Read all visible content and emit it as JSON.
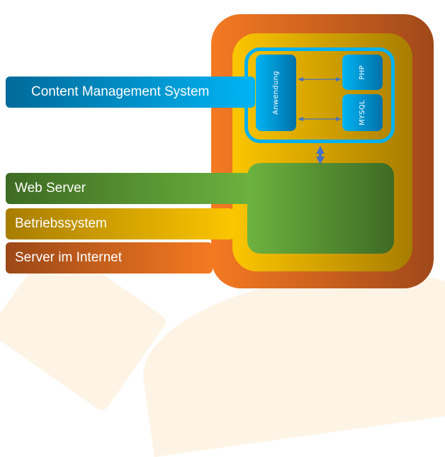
{
  "diagram": {
    "layers": [
      {
        "id": "cms",
        "label": "Content Management System",
        "color": "#00b0f0"
      },
      {
        "id": "webserver",
        "label": "Web Server",
        "color": "#6db33f"
      },
      {
        "id": "os",
        "label": "Betriebssystem",
        "color": "#fcc600"
      },
      {
        "id": "server",
        "label": "Server im Internet",
        "color": "#f57a22"
      }
    ],
    "components": {
      "application": "Anwendung",
      "php": "PHP",
      "mysql": "MYSQL"
    },
    "arrow_color": "#4472c4"
  }
}
